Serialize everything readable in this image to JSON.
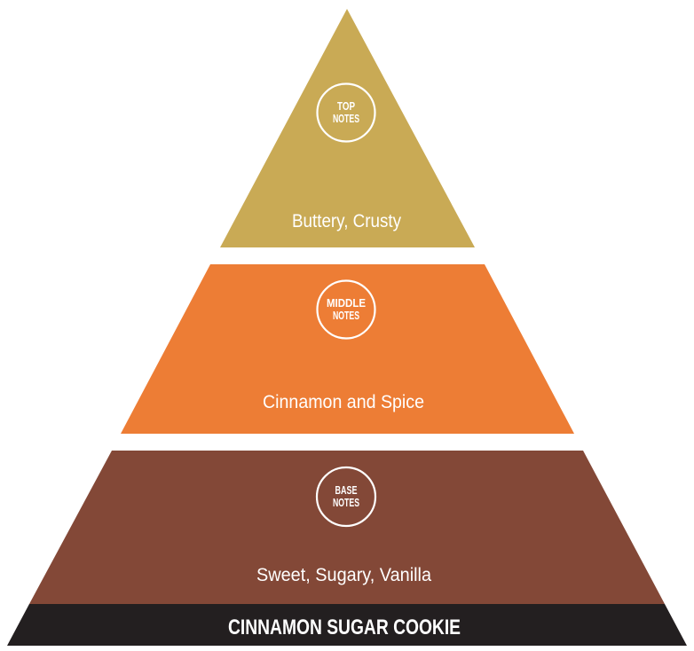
{
  "diagram": {
    "type": "fragrance-notes-pyramid",
    "title": "CINNAMON SUGAR COOKIE",
    "colors": {
      "top": "#C9AA55",
      "middle": "#ED7D35",
      "base": "#834837",
      "title_bar": "#231F20",
      "text": "#FFFFFF",
      "background": "#FFFFFF"
    },
    "tiers": [
      {
        "id": "top",
        "badge_line1": "TOP",
        "badge_line2": "NOTES",
        "description": "Buttery, Crusty"
      },
      {
        "id": "middle",
        "badge_line1": "MIDDLE",
        "badge_line2": "NOTES",
        "description": "Cinnamon and Spice"
      },
      {
        "id": "base",
        "badge_line1": "BASE",
        "badge_line2": "NOTES",
        "description": "Sweet, Sugary, Vanilla"
      }
    ]
  }
}
